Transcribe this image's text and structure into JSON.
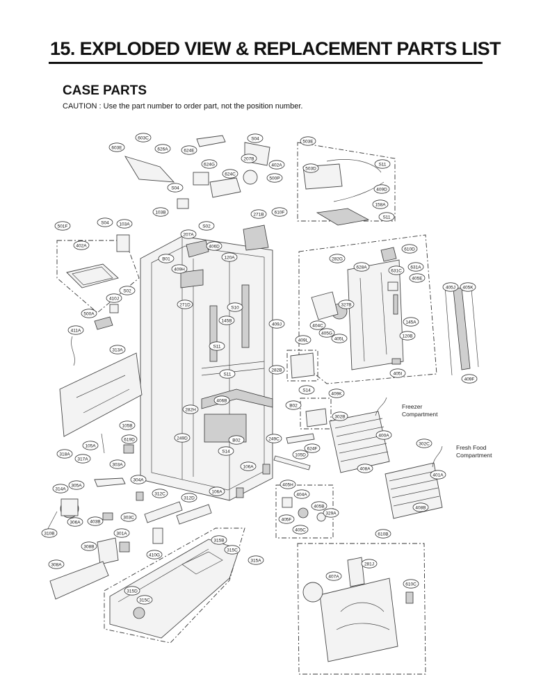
{
  "header": {
    "title": "15. EXPLODED VIEW & REPLACEMENT PARTS LIST"
  },
  "section": {
    "title": "CASE PARTS",
    "caution": "CAUTION : Use the part number to order part, not the position number."
  },
  "compartments": {
    "freezer": [
      "Freezer",
      "Compartment"
    ],
    "fresh_food": [
      "Fresh Food",
      "Compartment"
    ]
  },
  "callouts": [
    "603C",
    "603E",
    "626A",
    "624E",
    "S04",
    "207B",
    "402A",
    "503E",
    "624G",
    "624C",
    "500P",
    "S11",
    "503D",
    "409D",
    "S04",
    "158A",
    "103B",
    "271B",
    "610F",
    "S11",
    "501F",
    "S04",
    "103A",
    "207A",
    "S02",
    "402A",
    "406D",
    "120A",
    "282G",
    "610D",
    "B01",
    "409H",
    "628A",
    "631C",
    "631A",
    "405E",
    "S02",
    "410J",
    "405J",
    "405K",
    "271D",
    "327B",
    "500A",
    "S10",
    "145B",
    "409J",
    "404C",
    "145A",
    "405G",
    "405L",
    "411A",
    "120B",
    "409L",
    "S11",
    "313A",
    "S11",
    "282B",
    "405I",
    "409F",
    "S14",
    "409K",
    "406B",
    "B02",
    "282H",
    "302B",
    "105B",
    "400A",
    "619D",
    "249D",
    "B02",
    "249C",
    "302C",
    "105A",
    "624F",
    "318A",
    "317A",
    "S14",
    "105D",
    "303A",
    "106A",
    "408A",
    "401A",
    "304A",
    "314A",
    "305A",
    "106A",
    "405H",
    "312C",
    "312D",
    "404A",
    "408B",
    "306A",
    "403B",
    "303C",
    "405B",
    "329A",
    "405F",
    "310B",
    "301A",
    "405C",
    "610B",
    "308B",
    "315B",
    "410G",
    "315C",
    "315A",
    "281J",
    "308A",
    "407A",
    "610C",
    "315D",
    "315C"
  ]
}
